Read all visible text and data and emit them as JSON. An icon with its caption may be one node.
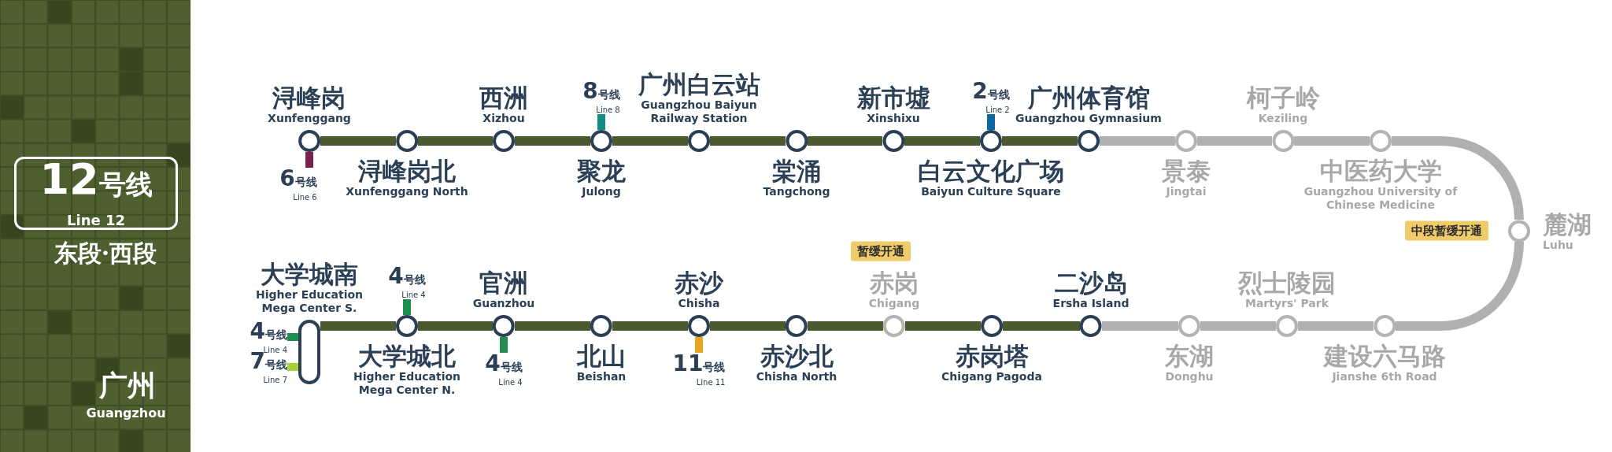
{
  "diagram": {
    "nodes": [
      {
        "text": [
          "12号线",
          "Line 12"
        ]
      },
      {
        "text": [
          "浔峰岗",
          "Xunfenggang"
        ]
      },
      {
        "text": [
          "浔峰岗北",
          "Xunfenggang North"
        ]
      },
      {
        "text": [
          "西洲",
          "Xizhou"
        ]
      },
      {
        "text": [
          "聚龙",
          "Julong"
        ]
      },
      {
        "text": [
          "广州白云站",
          "Guangzhou Baiyun Railway Station"
        ]
      },
      {
        "text": [
          "棠涌",
          "Tangchong"
        ]
      },
      {
        "text": [
          "新市墟",
          "Xinshixu"
        ]
      },
      {
        "text": [
          "白云文化广场",
          "Baiyun Culture Square"
        ]
      },
      {
        "text": [
          "广州体育馆",
          "Guangzhou Gymnasium"
        ]
      },
      {
        "text": [
          "景泰",
          "Jingtai"
        ]
      },
      {
        "text": [
          "柯子岭",
          "Keziling"
        ]
      },
      {
        "text": [
          "中医药大学",
          "Guangzhou University of Chinese Medicine"
        ]
      },
      {
        "text": [
          "麓湖",
          "Luhu"
        ]
      },
      {
        "text": [
          "大学城南",
          "Higher Education Mega Center S."
        ]
      },
      {
        "text": [
          "大学城北",
          "Higher Education Mega Center N."
        ]
      },
      {
        "text": [
          "官洲",
          "Guanzhou"
        ]
      },
      {
        "text": [
          "北山",
          "Beishan"
        ]
      },
      {
        "text": [
          "赤沙",
          "Chisha"
        ]
      },
      {
        "text": [
          "赤沙北",
          "Chisha North"
        ]
      },
      {
        "text": [
          "赤岗",
          "Chigang"
        ]
      },
      {
        "text": [
          "赤岗塔",
          "Chigang Pagoda"
        ]
      },
      {
        "text": [
          "二沙岛",
          "Ersha Island"
        ]
      },
      {
        "text": [
          "东湖",
          "Donghu"
        ]
      },
      {
        "text": [
          "烈士陵园",
          "Martyrs' Park"
        ]
      },
      {
        "text": [
          "建设六马路",
          "Jianshe 6th Road"
        ]
      },
      {
        "text": [
          "6号线",
          "Line 6"
        ]
      },
      {
        "text": [
          "8号线",
          "Line 8"
        ]
      },
      {
        "text": [
          "2号线",
          "Line 2"
        ]
      },
      {
        "text": [
          "4号线",
          "Line 4"
        ]
      },
      {
        "text": [
          "4号线",
          "Line 4"
        ]
      },
      {
        "text": [
          "11号线",
          "Line 11"
        ]
      },
      {
        "text": [
          "4号线",
          "Line 4"
        ]
      },
      {
        "text": [
          "7号线",
          "Line 7"
        ]
      }
    ],
    "edges": [
      {
        "from": 1,
        "to": 2,
        "arrow": "none"
      },
      {
        "from": 2,
        "to": 3,
        "arrow": "none"
      },
      {
        "from": 3,
        "to": 4,
        "arrow": "none"
      },
      {
        "from": 4,
        "to": 5,
        "arrow": "none"
      },
      {
        "from": 5,
        "to": 6,
        "arrow": "none"
      },
      {
        "from": 6,
        "to": 7,
        "arrow": "none"
      },
      {
        "from": 7,
        "to": 8,
        "arrow": "none"
      },
      {
        "from": 8,
        "to": 9,
        "arrow": "none"
      },
      {
        "from": 9,
        "to": 10,
        "arrow": "none",
        "color": "#b0b0b0"
      },
      {
        "from": 10,
        "to": 11,
        "arrow": "none",
        "color": "#b0b0b0"
      },
      {
        "from": 11,
        "to": 12,
        "arrow": "none",
        "color": "#b0b0b0"
      },
      {
        "from": 12,
        "to": 13,
        "arrow": "none",
        "color": "#b0b0b0"
      },
      {
        "from": 13,
        "to": 25,
        "arrow": "none",
        "color": "#b0b0b0"
      },
      {
        "from": 25,
        "to": 24,
        "arrow": "none",
        "color": "#b0b0b0"
      },
      {
        "from": 24,
        "to": 23,
        "arrow": "none",
        "color": "#b0b0b0"
      },
      {
        "from": 23,
        "to": 22,
        "arrow": "none",
        "color": "#b0b0b0"
      },
      {
        "from": 22,
        "to": 21,
        "arrow": "none"
      },
      {
        "from": 21,
        "to": 20,
        "arrow": "none"
      },
      {
        "from": 20,
        "to": 19,
        "arrow": "none"
      },
      {
        "from": 19,
        "to": 18,
        "arrow": "none"
      },
      {
        "from": 18,
        "to": 17,
        "arrow": "none"
      },
      {
        "from": 17,
        "to": 16,
        "arrow": "none"
      },
      {
        "from": 16,
        "to": 15,
        "arrow": "none"
      },
      {
        "from": 15,
        "to": 14,
        "arrow": "none"
      },
      {
        "from": 26,
        "to": 1,
        "arrow": "none",
        "color": "#7b2150"
      },
      {
        "from": 27,
        "to": 4,
        "arrow": "none",
        "color": "#138b86"
      },
      {
        "from": 28,
        "to": 8,
        "arrow": "none",
        "color": "#0e68a0"
      },
      {
        "from": 29,
        "to": 15,
        "arrow": "none",
        "color": "#1e8f4e"
      },
      {
        "from": 30,
        "to": 16,
        "arrow": "none",
        "color": "#1e8f4e"
      },
      {
        "from": 31,
        "to": 18,
        "arrow": "none",
        "color": "#e8a623"
      },
      {
        "from": 32,
        "to": 14,
        "arrow": "none",
        "color": "#1e8f4e"
      },
      {
        "from": 33,
        "to": 14,
        "arrow": "none",
        "color": "#a6d13a"
      }
    ],
    "labels": [
      "东段·西段",
      "广州",
      "Guangzhou",
      "暂缓开通",
      "中段暂缓开通"
    ]
  }
}
